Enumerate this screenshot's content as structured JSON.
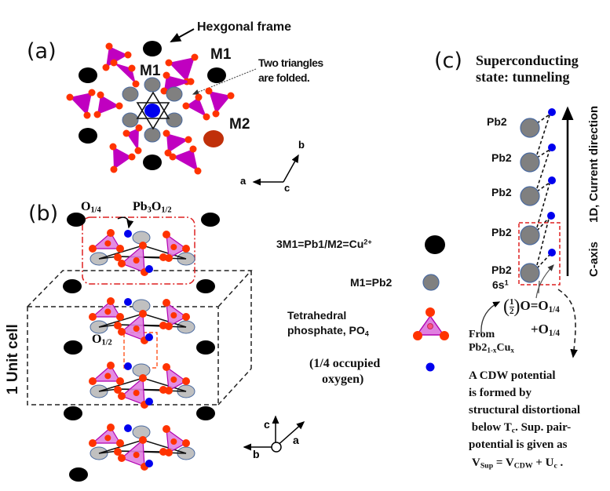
{
  "panels": {
    "a": {
      "label": "(a)",
      "hexagonal_frame_label": "Hexgonal frame",
      "m1_label_top": "M1",
      "m1_label_right": "M1",
      "m2_label": "M2",
      "folded_note_line1": "Two triangles",
      "folded_note_line2": "are folded.",
      "axes": {
        "a": "a",
        "b": "b",
        "c": "c"
      }
    },
    "b": {
      "label": "(b)",
      "o_quarter_label": "O",
      "o_quarter_sub": "1/4",
      "pb3_label_main": "Pb",
      "pb3_sub1": "3",
      "pb3_label_o": "O",
      "pb3_sub2": "1/2",
      "o_half_label": "O",
      "o_half_sub": "1/2",
      "unit_cell_label": "1 Unit cell",
      "axes": {
        "a": "a",
        "b": "b",
        "c": "c"
      }
    },
    "legend": {
      "items": [
        {
          "text": "3M1=Pb1/M2=Cu",
          "sup": "2+",
          "symbol": "black-circle",
          "color": "#000000"
        },
        {
          "text": "M1=Pb2",
          "symbol": "gray-circle",
          "color": "#808080"
        },
        {
          "text_line1": "Tetrahedral",
          "text_line2": "phosphate, PO",
          "sub": "4",
          "symbol": "phosphate-triangle",
          "color": "#d060d0"
        },
        {
          "text_line1": "(1/4 occupied",
          "text_line2": "oxygen)",
          "symbol": "blue-dot",
          "color": "#0000ff"
        }
      ]
    },
    "c": {
      "label": "(c)",
      "title_line1": "Superconducting",
      "title_line2": "state: tunneling",
      "pb2_labels": [
        "Pb2",
        "Pb2",
        "Pb2",
        "Pb2",
        "Pb2"
      ],
      "orbital_label": "6s",
      "orbital_sup": "1",
      "current_direction_label": "1D, Current direction",
      "c_axis_label": "C-axis",
      "oxygen_eq_prefix_num": "1",
      "oxygen_eq_prefix_den": "2",
      "oxygen_eq_main": "O=O",
      "oxygen_eq_sub": "1/4",
      "oxygen_eq_plus": "+O",
      "oxygen_eq_plus_sub": "1/4",
      "from_label": "From",
      "from_formula_main": "Pb2",
      "from_formula_sub1": "1-x",
      "from_formula_cu": "Cu",
      "from_formula_sub2": "x",
      "cdw_lines": [
        "A CDW potential",
        "is formed by",
        "structural distortional",
        " below T"
      ],
      "tc_sub": "c",
      "cdw_line4_rest": ". Sup. pair-",
      "cdw_line5": "potential is given as",
      "formula_v": "V",
      "formula_sup_sub": "Sup",
      "formula_eq": " = V",
      "formula_cdw_sub": "CDW",
      "formula_plus": " + U",
      "formula_c_sub": "c",
      "formula_end": " ."
    }
  },
  "colors": {
    "pb1_cu": "#000000",
    "pb2": "#808080",
    "pb2_light": "#c0c0c0",
    "m2": "#c0300a",
    "oxygen": "#ff3300",
    "phosphate": "#c000c0",
    "phosphate_light": "#e080e0",
    "quarter_oxygen": "#0000ee",
    "dash_red": "#dd2020"
  }
}
